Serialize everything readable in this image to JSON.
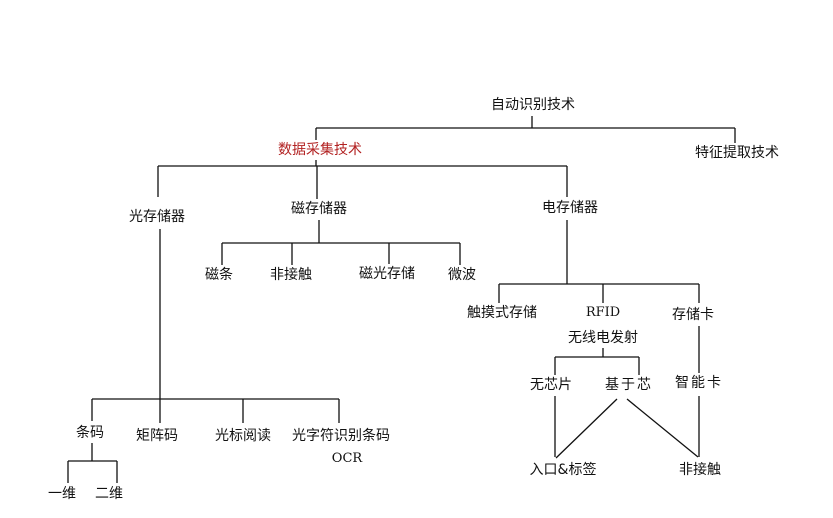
{
  "diagram": {
    "title": "自动识别技术",
    "colors": {
      "line": "#111111",
      "text": "#111111",
      "highlight": "#b22222"
    },
    "nodes": {
      "root": "自动识别技术",
      "data_collection": "数据采集技术",
      "feature_extraction": "特征提取技术",
      "optical_storage": "光存储器",
      "magnetic_storage": "磁存储器",
      "electronic_storage": "电存储器",
      "magnetic_stripe": "磁条",
      "non_contact_1": "非接触",
      "magneto_optical": "磁光存储",
      "microwave": "微波",
      "touch_memory": "触摸式存储",
      "rfid": "RFID",
      "radio_transmission": "无线电发射",
      "memory_card": "存储卡",
      "chipless": "无芯片",
      "chip_based": "基于芯",
      "smart_card": "智能卡",
      "entry_and_tag": "入口&标签",
      "non_contact_2": "非接触",
      "barcode": "条码",
      "matrix_code": "矩阵码",
      "optical_mark_reading": "光标阅读",
      "ocr_barcode": "光字符识别条码",
      "ocr": "OCR",
      "one_dimensional": "一维",
      "two_dimensional": "二维"
    },
    "edges": [
      [
        "root",
        "data_collection"
      ],
      [
        "root",
        "feature_extraction"
      ],
      [
        "data_collection",
        "optical_storage"
      ],
      [
        "data_collection",
        "magnetic_storage"
      ],
      [
        "data_collection",
        "electronic_storage"
      ],
      [
        "magnetic_storage",
        "magnetic_stripe"
      ],
      [
        "magnetic_storage",
        "non_contact_1"
      ],
      [
        "magnetic_storage",
        "magneto_optical"
      ],
      [
        "magnetic_storage",
        "microwave"
      ],
      [
        "electronic_storage",
        "touch_memory"
      ],
      [
        "electronic_storage",
        "rfid"
      ],
      [
        "electronic_storage",
        "memory_card"
      ],
      [
        "radio_transmission",
        "chipless"
      ],
      [
        "radio_transmission",
        "chip_based"
      ],
      [
        "memory_card",
        "smart_card"
      ],
      [
        "chipless",
        "entry_and_tag"
      ],
      [
        "chip_based",
        "entry_and_tag"
      ],
      [
        "chip_based",
        "non_contact_2"
      ],
      [
        "smart_card",
        "non_contact_2"
      ],
      [
        "optical_storage",
        "barcode"
      ],
      [
        "optical_storage",
        "matrix_code"
      ],
      [
        "optical_storage",
        "optical_mark_reading"
      ],
      [
        "optical_storage",
        "ocr_barcode"
      ],
      [
        "barcode",
        "one_dimensional"
      ],
      [
        "barcode",
        "two_dimensional"
      ]
    ]
  }
}
